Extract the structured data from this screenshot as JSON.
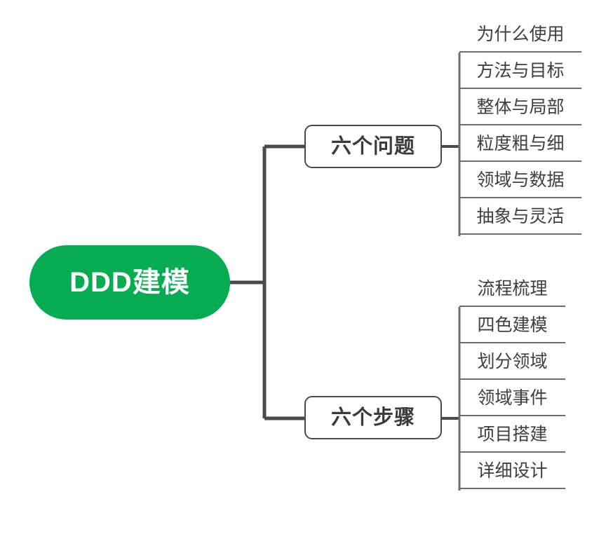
{
  "diagram": {
    "title": "DDD建模",
    "type": "mindmap",
    "root": {
      "label": "DDD建模",
      "fill_color": "#07ac52",
      "text_color": "#ffffff"
    },
    "branches": [
      {
        "label": "六个问题",
        "border_color": "#4a4a4a",
        "text_color": "#3b3b3b",
        "leaves": [
          {
            "label": "为什么使用"
          },
          {
            "label": "方法与目标"
          },
          {
            "label": "整体与局部"
          },
          {
            "label": "粒度粗与细"
          },
          {
            "label": "领域与数据"
          },
          {
            "label": "抽象与灵活"
          }
        ]
      },
      {
        "label": "六个步骤",
        "border_color": "#4a4a4a",
        "text_color": "#3b3b3b",
        "leaves": [
          {
            "label": "流程梳理"
          },
          {
            "label": "四色建模"
          },
          {
            "label": "划分领域"
          },
          {
            "label": "领域事件"
          },
          {
            "label": "项目搭建"
          },
          {
            "label": "详细设计"
          }
        ]
      }
    ],
    "connector_color": "#4a4a4a",
    "leaf_line_color": "#6d6d6d"
  }
}
